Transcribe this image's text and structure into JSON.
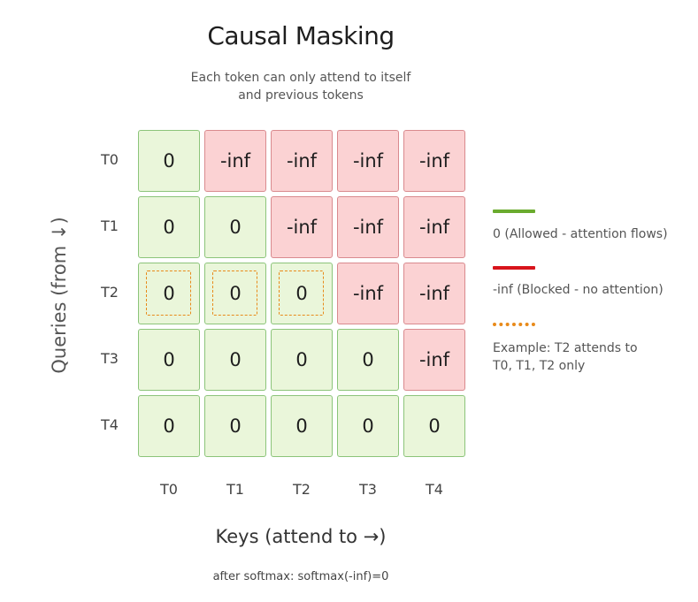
{
  "header": {
    "title": "Causal Masking",
    "subtitle_line1": "Each token can only attend to itself",
    "subtitle_line2": "and previous tokens"
  },
  "axes": {
    "y_label": "Queries (from ↓)",
    "x_label": "Keys (attend to →)"
  },
  "rows": [
    "T0",
    "T1",
    "T2",
    "T3",
    "T4"
  ],
  "cols": [
    "T0",
    "T1",
    "T2",
    "T3",
    "T4"
  ],
  "matrix": [
    [
      "0",
      "-inf",
      "-inf",
      "-inf",
      "-inf"
    ],
    [
      "0",
      "0",
      "-inf",
      "-inf",
      "-inf"
    ],
    [
      "0",
      "0",
      "0",
      "-inf",
      "-inf"
    ],
    [
      "0",
      "0",
      "0",
      "0",
      "-inf"
    ],
    [
      "0",
      "0",
      "0",
      "0",
      "0"
    ]
  ],
  "highlight": {
    "row": 2,
    "cols": [
      0,
      1,
      2
    ],
    "color": "#e88a1a"
  },
  "colors": {
    "allowed": "#6aab2e",
    "blocked": "#d8141c",
    "example": "#e88a1a"
  },
  "legend": {
    "allowed": "0 (Allowed - attention flows)",
    "blocked": "-inf (Blocked - no attention)",
    "example_line1": "Example: T2 attends to",
    "example_line2": "T0, T1, T2 only"
  },
  "footer": {
    "note": "after softmax: softmax(-inf)=0"
  }
}
